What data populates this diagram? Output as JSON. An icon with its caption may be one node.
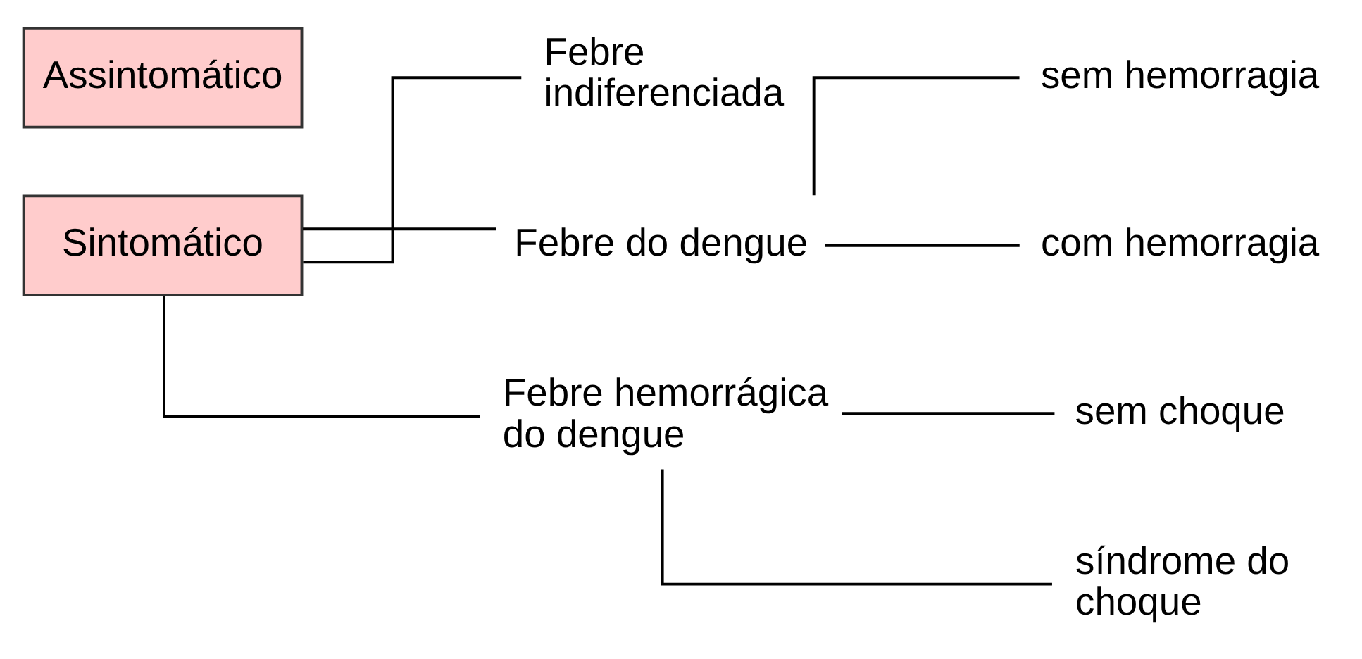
{
  "diagram": {
    "nodes": [
      {
        "text": [
          "Assintomático"
        ]
      },
      {
        "text": [
          "Sintomático"
        ]
      },
      {
        "text": [
          "Febre indiferenciada"
        ]
      },
      {
        "text": [
          "Febre do dengue"
        ]
      },
      {
        "text": [
          "Febre hemorrágica do dengue"
        ]
      },
      {
        "text": [
          "sem hemorragia"
        ]
      },
      {
        "text": [
          "com hemorragia"
        ]
      },
      {
        "text": [
          "sem choque"
        ]
      },
      {
        "text": [
          "síndrome do choque"
        ]
      }
    ],
    "edges": [
      {
        "from": 1,
        "to": 2,
        "arrow": "none"
      },
      {
        "from": 1,
        "to": 3,
        "arrow": "none"
      },
      {
        "from": 1,
        "to": 4,
        "arrow": "none"
      },
      {
        "from": 3,
        "to": 5,
        "arrow": "none"
      },
      {
        "from": 3,
        "to": 6,
        "arrow": "none"
      },
      {
        "from": 4,
        "to": 7,
        "arrow": "none"
      },
      {
        "from": 4,
        "to": 8,
        "arrow": "none"
      }
    ]
  }
}
